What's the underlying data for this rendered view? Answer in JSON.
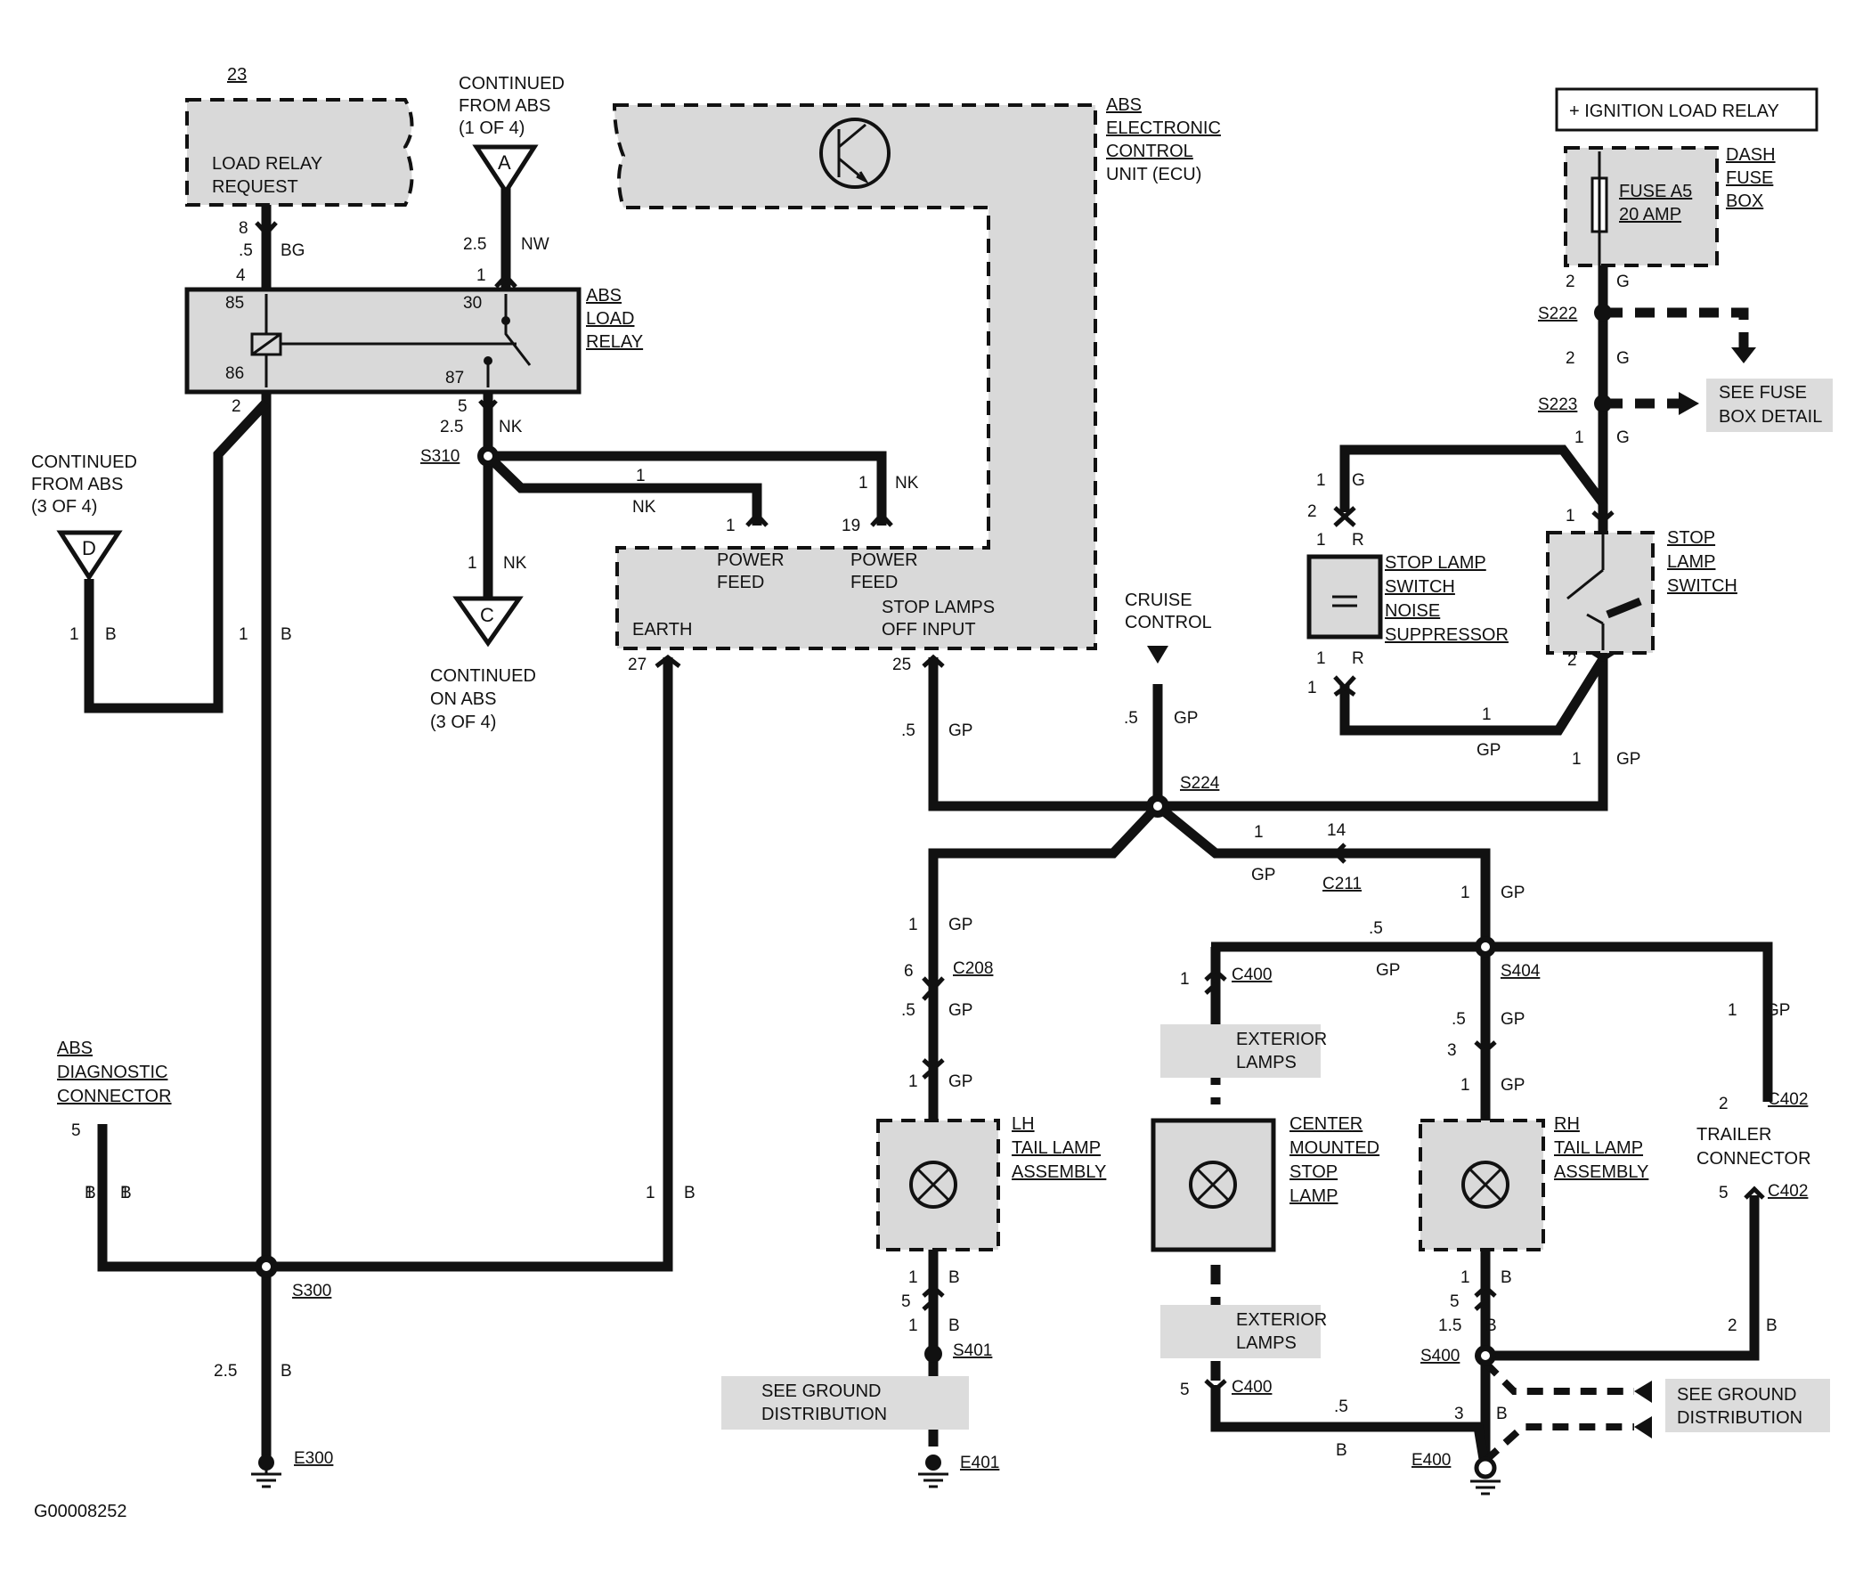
{
  "figure_id": "G00008252",
  "labels": {
    "load_relay_ref": "23",
    "load_relay_request": [
      "LOAD RELAY",
      "REQUEST"
    ],
    "cont_from_abs_a": [
      "CONTINUED",
      "FROM ABS",
      "(1 OF 4)"
    ],
    "connector_a": "A",
    "abs_ecu": [
      "ABS",
      "ELECTRONIC",
      "CONTROL",
      "UNIT (ECU)"
    ],
    "ignition_relay": "+ IGNITION LOAD RELAY",
    "fuse": [
      "FUSE A5",
      "20 AMP"
    ],
    "dash_fuse_box": [
      "DASH",
      "FUSE",
      "BOX"
    ],
    "abs_load_relay": [
      "ABS",
      "LOAD",
      "RELAY"
    ],
    "cont_from_abs_d": [
      "CONTINUED",
      "FROM ABS",
      "(3 OF 4)"
    ],
    "connector_d": "D",
    "connector_c": "C",
    "cont_on_abs_c": [
      "CONTINUED",
      "ON ABS",
      "(3 OF 4)"
    ],
    "power_feed_1": [
      "POWER",
      "FEED"
    ],
    "power_feed_2": [
      "POWER",
      "FEED"
    ],
    "stop_lamps_off_input": [
      "STOP LAMPS",
      "OFF INPUT"
    ],
    "earth": "EARTH",
    "cruise_control": [
      "CRUISE",
      "CONTROL"
    ],
    "see_fuse_box_detail": [
      "SEE FUSE",
      "BOX DETAIL"
    ],
    "stop_lamp_switch_noise_suppressor": [
      "STOP LAMP",
      "SWITCH",
      "NOISE",
      "SUPPRESSOR"
    ],
    "stop_lamp_switch": [
      "STOP",
      "LAMP",
      "SWITCH"
    ],
    "abs_diagnostic_connector": [
      "ABS",
      "DIAGNOSTIC",
      "CONNECTOR"
    ],
    "lh_tail_lamp": [
      "LH",
      "TAIL LAMP",
      "ASSEMBLY"
    ],
    "center_stop_lamp": [
      "CENTER",
      "MOUNTED",
      "STOP",
      "LAMP"
    ],
    "rh_tail_lamp": [
      "RH",
      "TAIL LAMP",
      "ASSEMBLY"
    ],
    "trailer_connector": [
      "TRAILER",
      "CONNECTOR"
    ],
    "exterior_lamps_1": [
      "EXTERIOR",
      "LAMPS"
    ],
    "exterior_lamps_2": [
      "EXTERIOR",
      "LAMPS"
    ],
    "see_ground_dist_1": [
      "SEE GROUND",
      "DISTRIBUTION"
    ],
    "see_ground_dist_2": [
      "SEE GROUND",
      "DISTRIBUTION"
    ]
  },
  "splices": {
    "s222": "S222",
    "s223": "S223",
    "s310": "S310",
    "s224": "S224",
    "s300": "S300",
    "s401": "S401",
    "s404": "S404",
    "s400": "S400"
  },
  "connectors": {
    "c211": "C211",
    "c208": "C208",
    "c400a": "C400",
    "c400b": "C400",
    "c402a": "C402",
    "c402b": "C402"
  },
  "grounds": {
    "e300": "E300",
    "e401": "E401",
    "e400": "E400"
  },
  "relay_pins": {
    "p85": "85",
    "p86": "86",
    "p30": "30",
    "p87": "87"
  },
  "wires": {
    "w1": [
      "8",
      ".5",
      "BG",
      "4"
    ],
    "w2": [
      "2.5",
      "NW",
      "1"
    ],
    "w3": [
      "2",
      "G"
    ],
    "w4": [
      "2",
      "G"
    ],
    "w5": [
      "1",
      "G"
    ],
    "w6": [
      "2",
      "5",
      "2.5",
      "NK"
    ],
    "w7": [
      "1",
      "1",
      "NK",
      "NK"
    ],
    "w8": [
      "1",
      "NK"
    ],
    "w9": [
      "1",
      "19"
    ],
    "w10": [
      "1",
      "G",
      "2",
      "1",
      "R"
    ],
    "w11": [
      "1",
      "R",
      "1"
    ],
    "w12": [
      "1",
      "GP"
    ],
    "w13": [
      "1",
      "GP"
    ],
    "w14": [
      "1",
      "B"
    ],
    "w15": [
      "1",
      "B"
    ],
    "w16": [
      "27",
      "25"
    ],
    "w17": [
      ".5",
      "GP"
    ],
    "w18": [
      ".5",
      "GP"
    ],
    "w19": [
      "1",
      "14",
      "GP"
    ],
    "w20": [
      "1",
      "GP"
    ],
    "w21": [
      "1",
      "GP",
      "6"
    ],
    "w22": [
      ".5",
      "GP"
    ],
    "w23": [
      "1",
      "GP"
    ],
    "w24": [
      ".5",
      "GP",
      "1"
    ],
    "w25": [
      ".5",
      "GP",
      "3"
    ],
    "w26": [
      "1",
      "GP"
    ],
    "w27": [
      "1",
      "GP"
    ],
    "w28": [
      "5",
      "B",
      "1"
    ],
    "w29": [
      "1",
      "B"
    ],
    "w30": [
      "1",
      "B"
    ],
    "w31": [
      "2.5",
      "B"
    ],
    "w32": [
      "1",
      "B",
      "5",
      "1",
      "B"
    ],
    "w33": [
      "1",
      "B",
      "5",
      "1.5",
      "B"
    ],
    "w34": [
      "2",
      "B"
    ],
    "w35": [
      "5",
      ".5",
      "B"
    ],
    "w36": [
      "3",
      "B"
    ],
    "w37": [
      "2",
      "5"
    ],
    "w38": [
      "2",
      "1"
    ]
  }
}
